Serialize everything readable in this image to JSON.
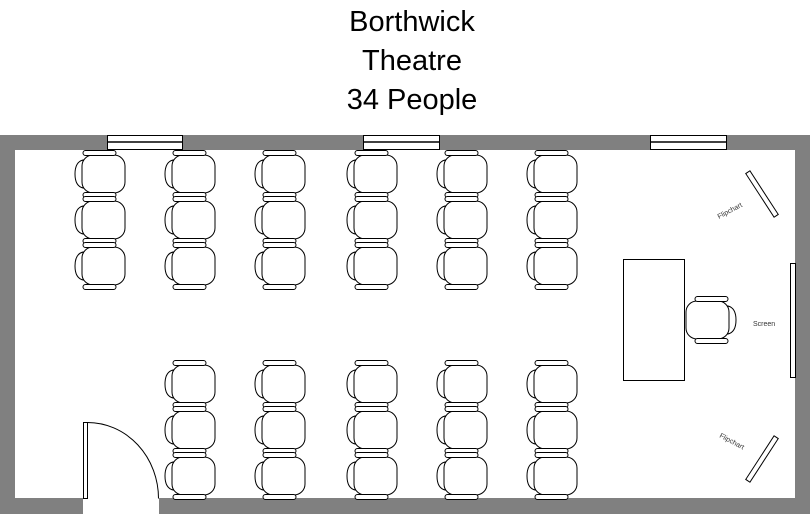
{
  "title": {
    "line1": "Borthwick",
    "line2": "Theatre",
    "line3": "34 People"
  },
  "labels": {
    "flipchart_top": "Flipchart",
    "flipchart_bottom": "Flipchart",
    "screen": "Screen"
  },
  "colors": {
    "wall": "#808080",
    "line": "#000000"
  }
}
